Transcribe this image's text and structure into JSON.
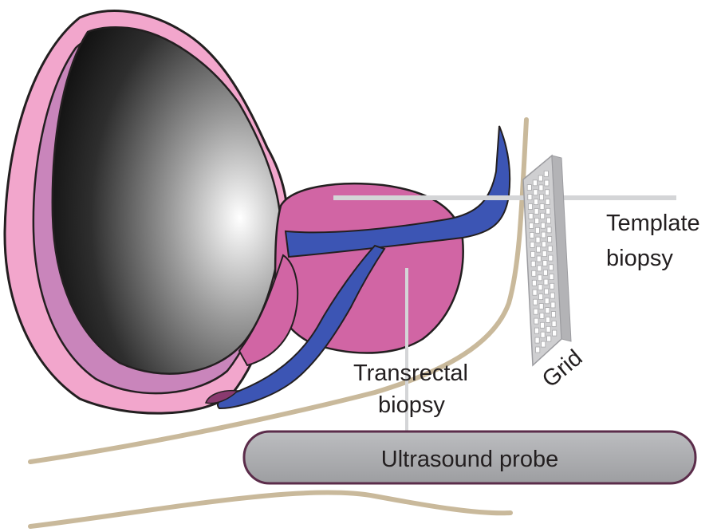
{
  "labels": {
    "template_biopsy_line1": "Template",
    "template_biopsy_line2": "biopsy",
    "grid": "Grid",
    "transrectal_line1": "Transrectal",
    "transrectal_line2": "biopsy",
    "ultrasound_probe": "Ultrasound probe"
  },
  "colors": {
    "bladder_wall": "#f2a6cc",
    "bladder_inner": "#c985bb",
    "prostate": "#d165a4",
    "urethra": "#3c55b4",
    "skin_line": "#c9b99b",
    "grid": "#cfcfd1",
    "probe": "#a4a5a8",
    "needle": "#d4d5d7",
    "outline": "#231f20"
  }
}
